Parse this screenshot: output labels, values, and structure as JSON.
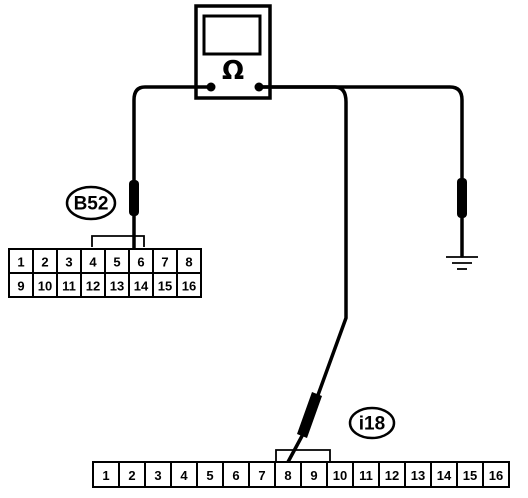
{
  "meter": {
    "symbol": "Ω"
  },
  "connectors": [
    {
      "id": "b52",
      "label": "B52",
      "rows": [
        [
          "1",
          "2",
          "3",
          "4",
          "5",
          "6",
          "7",
          "8"
        ],
        [
          "9",
          "10",
          "11",
          "12",
          "13",
          "14",
          "15",
          "16"
        ]
      ]
    },
    {
      "id": "i18",
      "label": "i18",
      "rows": [
        [
          "1",
          "2",
          "3",
          "4",
          "5",
          "6",
          "7",
          "8",
          "9",
          "10",
          "11",
          "12",
          "13",
          "14",
          "15",
          "16"
        ]
      ]
    }
  ]
}
